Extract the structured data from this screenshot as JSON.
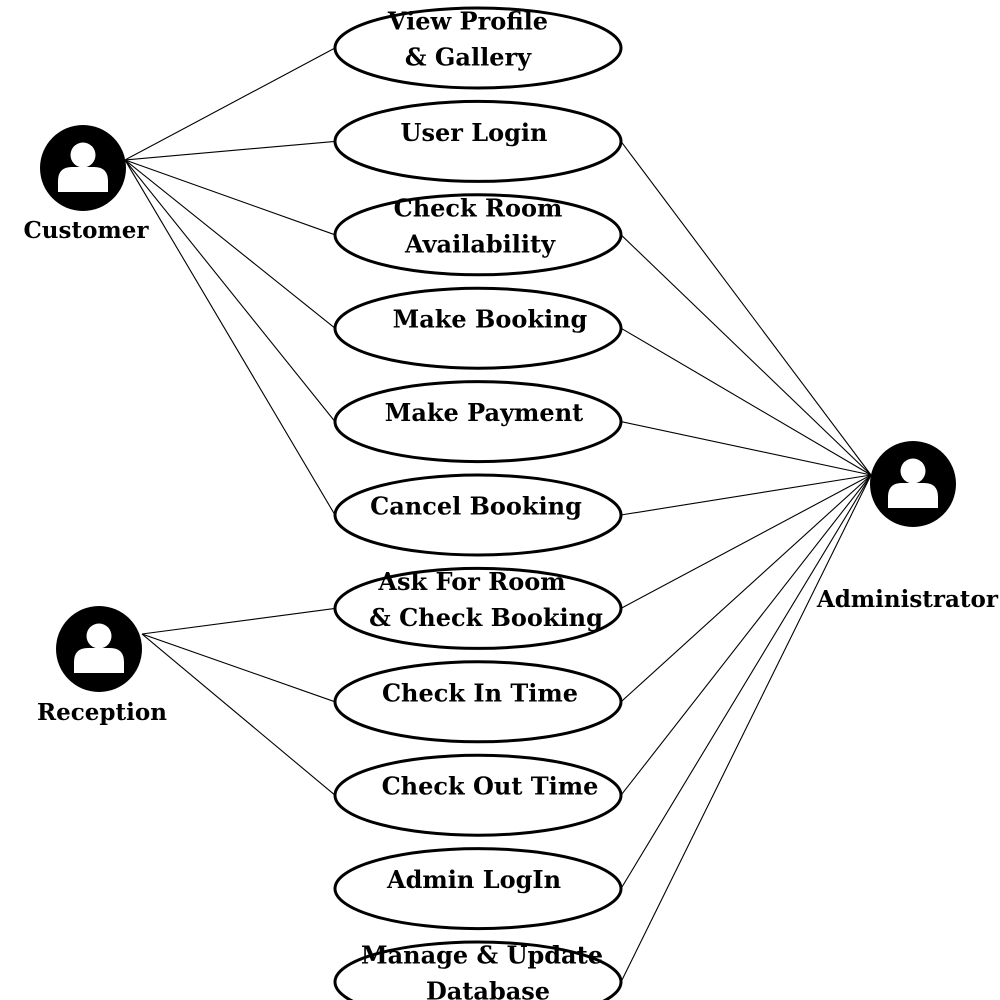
{
  "actors": [
    {
      "id": "customer",
      "label": "Customer",
      "icon": "user-icon"
    },
    {
      "id": "reception",
      "label": "Reception",
      "icon": "user-icon"
    },
    {
      "id": "administrator",
      "label": "Administrator",
      "icon": "user-icon"
    }
  ],
  "use_cases": [
    {
      "id": "view-profile-gallery",
      "lines": [
        "View Profile",
        "& Gallery"
      ]
    },
    {
      "id": "user-login",
      "lines": [
        "User Login"
      ]
    },
    {
      "id": "check-room-availability",
      "lines": [
        "Check Room",
        "Availability"
      ]
    },
    {
      "id": "make-booking",
      "lines": [
        "Make Booking"
      ]
    },
    {
      "id": "make-payment",
      "lines": [
        "Make Payment"
      ]
    },
    {
      "id": "cancel-booking",
      "lines": [
        "Cancel Booking"
      ]
    },
    {
      "id": "ask-for-room-check-booking",
      "lines": [
        "Ask For Room",
        "& Check Booking"
      ]
    },
    {
      "id": "check-in-time",
      "lines": [
        "Check In Time"
      ]
    },
    {
      "id": "check-out-time",
      "lines": [
        "Check Out Time"
      ]
    },
    {
      "id": "admin-login",
      "lines": [
        "Admin LogIn"
      ]
    },
    {
      "id": "manage-update-database",
      "lines": [
        "Manage & Update",
        "Database"
      ]
    }
  ],
  "associations": [
    {
      "actor": "customer",
      "use_case": "view-profile-gallery"
    },
    {
      "actor": "customer",
      "use_case": "user-login"
    },
    {
      "actor": "customer",
      "use_case": "check-room-availability"
    },
    {
      "actor": "customer",
      "use_case": "make-booking"
    },
    {
      "actor": "customer",
      "use_case": "make-payment"
    },
    {
      "actor": "customer",
      "use_case": "cancel-booking"
    },
    {
      "actor": "reception",
      "use_case": "ask-for-room-check-booking"
    },
    {
      "actor": "reception",
      "use_case": "check-in-time"
    },
    {
      "actor": "reception",
      "use_case": "check-out-time"
    },
    {
      "actor": "administrator",
      "use_case": "user-login"
    },
    {
      "actor": "administrator",
      "use_case": "check-room-availability"
    },
    {
      "actor": "administrator",
      "use_case": "make-booking"
    },
    {
      "actor": "administrator",
      "use_case": "make-payment"
    },
    {
      "actor": "administrator",
      "use_case": "cancel-booking"
    },
    {
      "actor": "administrator",
      "use_case": "ask-for-room-check-booking"
    },
    {
      "actor": "administrator",
      "use_case": "check-in-time"
    },
    {
      "actor": "administrator",
      "use_case": "check-out-time"
    },
    {
      "actor": "administrator",
      "use_case": "admin-login"
    },
    {
      "actor": "administrator",
      "use_case": "manage-update-database"
    }
  ]
}
